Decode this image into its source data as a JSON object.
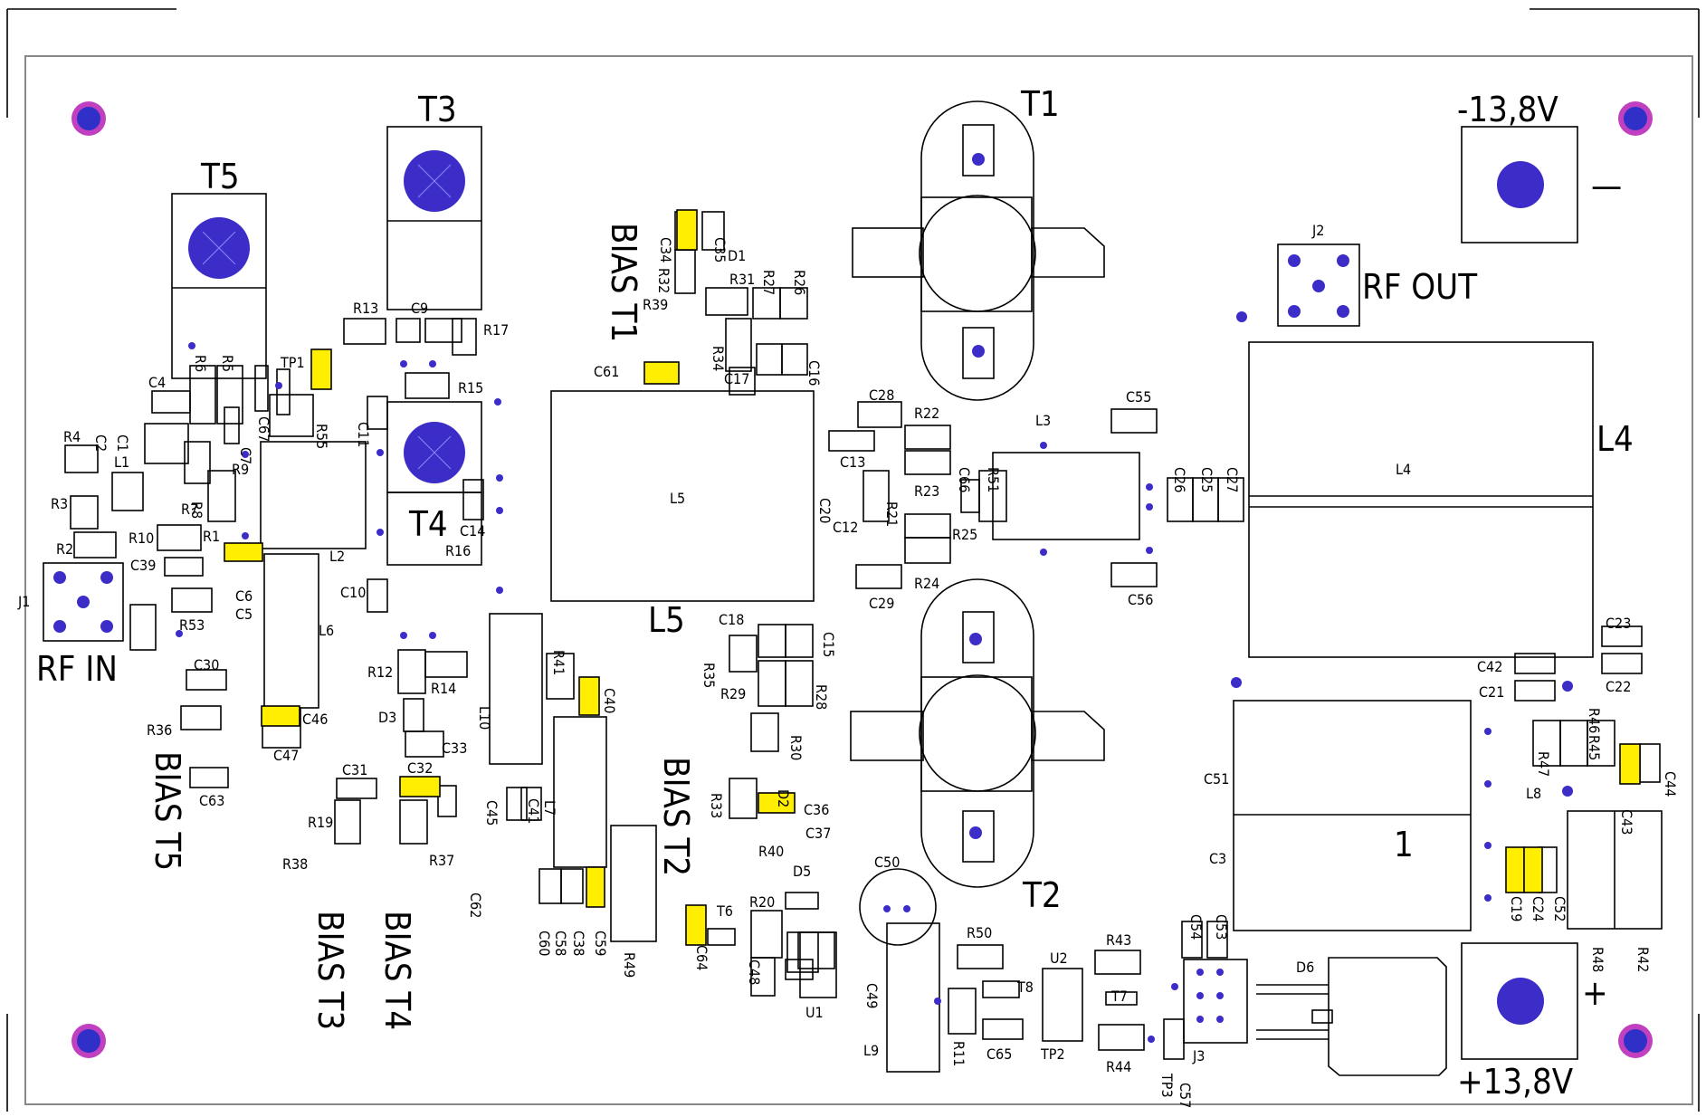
{
  "labels": {
    "T1": "T1",
    "T2": "T2",
    "T3": "T3",
    "T4": "T4",
    "T5": "T5",
    "L4": "L4",
    "L5": "L5",
    "RF_OUT": "RF OUT",
    "RF_IN": "RF  IN",
    "neg": "-13,8V",
    "pos": "+13,8V",
    "minus": "—",
    "plus": "+",
    "BIAS_T1": "BIAS T1",
    "BIAS_T2": "BIAS T2",
    "BIAS_T3": "BIAS T3",
    "BIAS_T4": "BIAS T4",
    "BIAS_T5": "BIAS T5",
    "one": "1"
  },
  "parts": [
    "J1",
    "J2",
    "J3",
    "L1",
    "L2",
    "L3",
    "L4",
    "L5",
    "L6",
    "L7",
    "L8",
    "L9",
    "L10",
    "R1",
    "R2",
    "R3",
    "R4",
    "R5",
    "R6",
    "R7",
    "R8",
    "R9",
    "R10",
    "R11",
    "R12",
    "R13",
    "R14",
    "R15",
    "R16",
    "R17",
    "R19",
    "R20",
    "R21",
    "R22",
    "R23",
    "R24",
    "R25",
    "R26",
    "R27",
    "R28",
    "R29",
    "R30",
    "R31",
    "R32",
    "R33",
    "R34",
    "R35",
    "R36",
    "R37",
    "R38",
    "R39",
    "R40",
    "R41",
    "R42",
    "R43",
    "R44",
    "R45",
    "R46",
    "R47",
    "R48",
    "R49",
    "R50",
    "R51",
    "R53",
    "R55",
    "C1",
    "C2",
    "C3",
    "C4",
    "C5",
    "C6",
    "C7",
    "C9",
    "C10",
    "C11",
    "C12",
    "C13",
    "C14",
    "C15",
    "C16",
    "C17",
    "C18",
    "C19",
    "C20",
    "C21",
    "C22",
    "C23",
    "C24",
    "C25",
    "C26",
    "C27",
    "C28",
    "C29",
    "C30",
    "C31",
    "C32",
    "C33",
    "C34",
    "C35",
    "C36",
    "C37",
    "C38",
    "C39",
    "C40",
    "C41",
    "C42",
    "C43",
    "C44",
    "C45",
    "C46",
    "C47",
    "C48",
    "C49",
    "C50",
    "C51",
    "C52",
    "C53",
    "C54",
    "C55",
    "C56",
    "C57",
    "C58",
    "C59",
    "C60",
    "C61",
    "C62",
    "C63",
    "C64",
    "C65",
    "C66",
    "C67",
    "D1",
    "D2",
    "D3",
    "D5",
    "D6",
    "TP1",
    "TP2",
    "TP3",
    "T6",
    "T7",
    "T8",
    "U1",
    "U2"
  ]
}
